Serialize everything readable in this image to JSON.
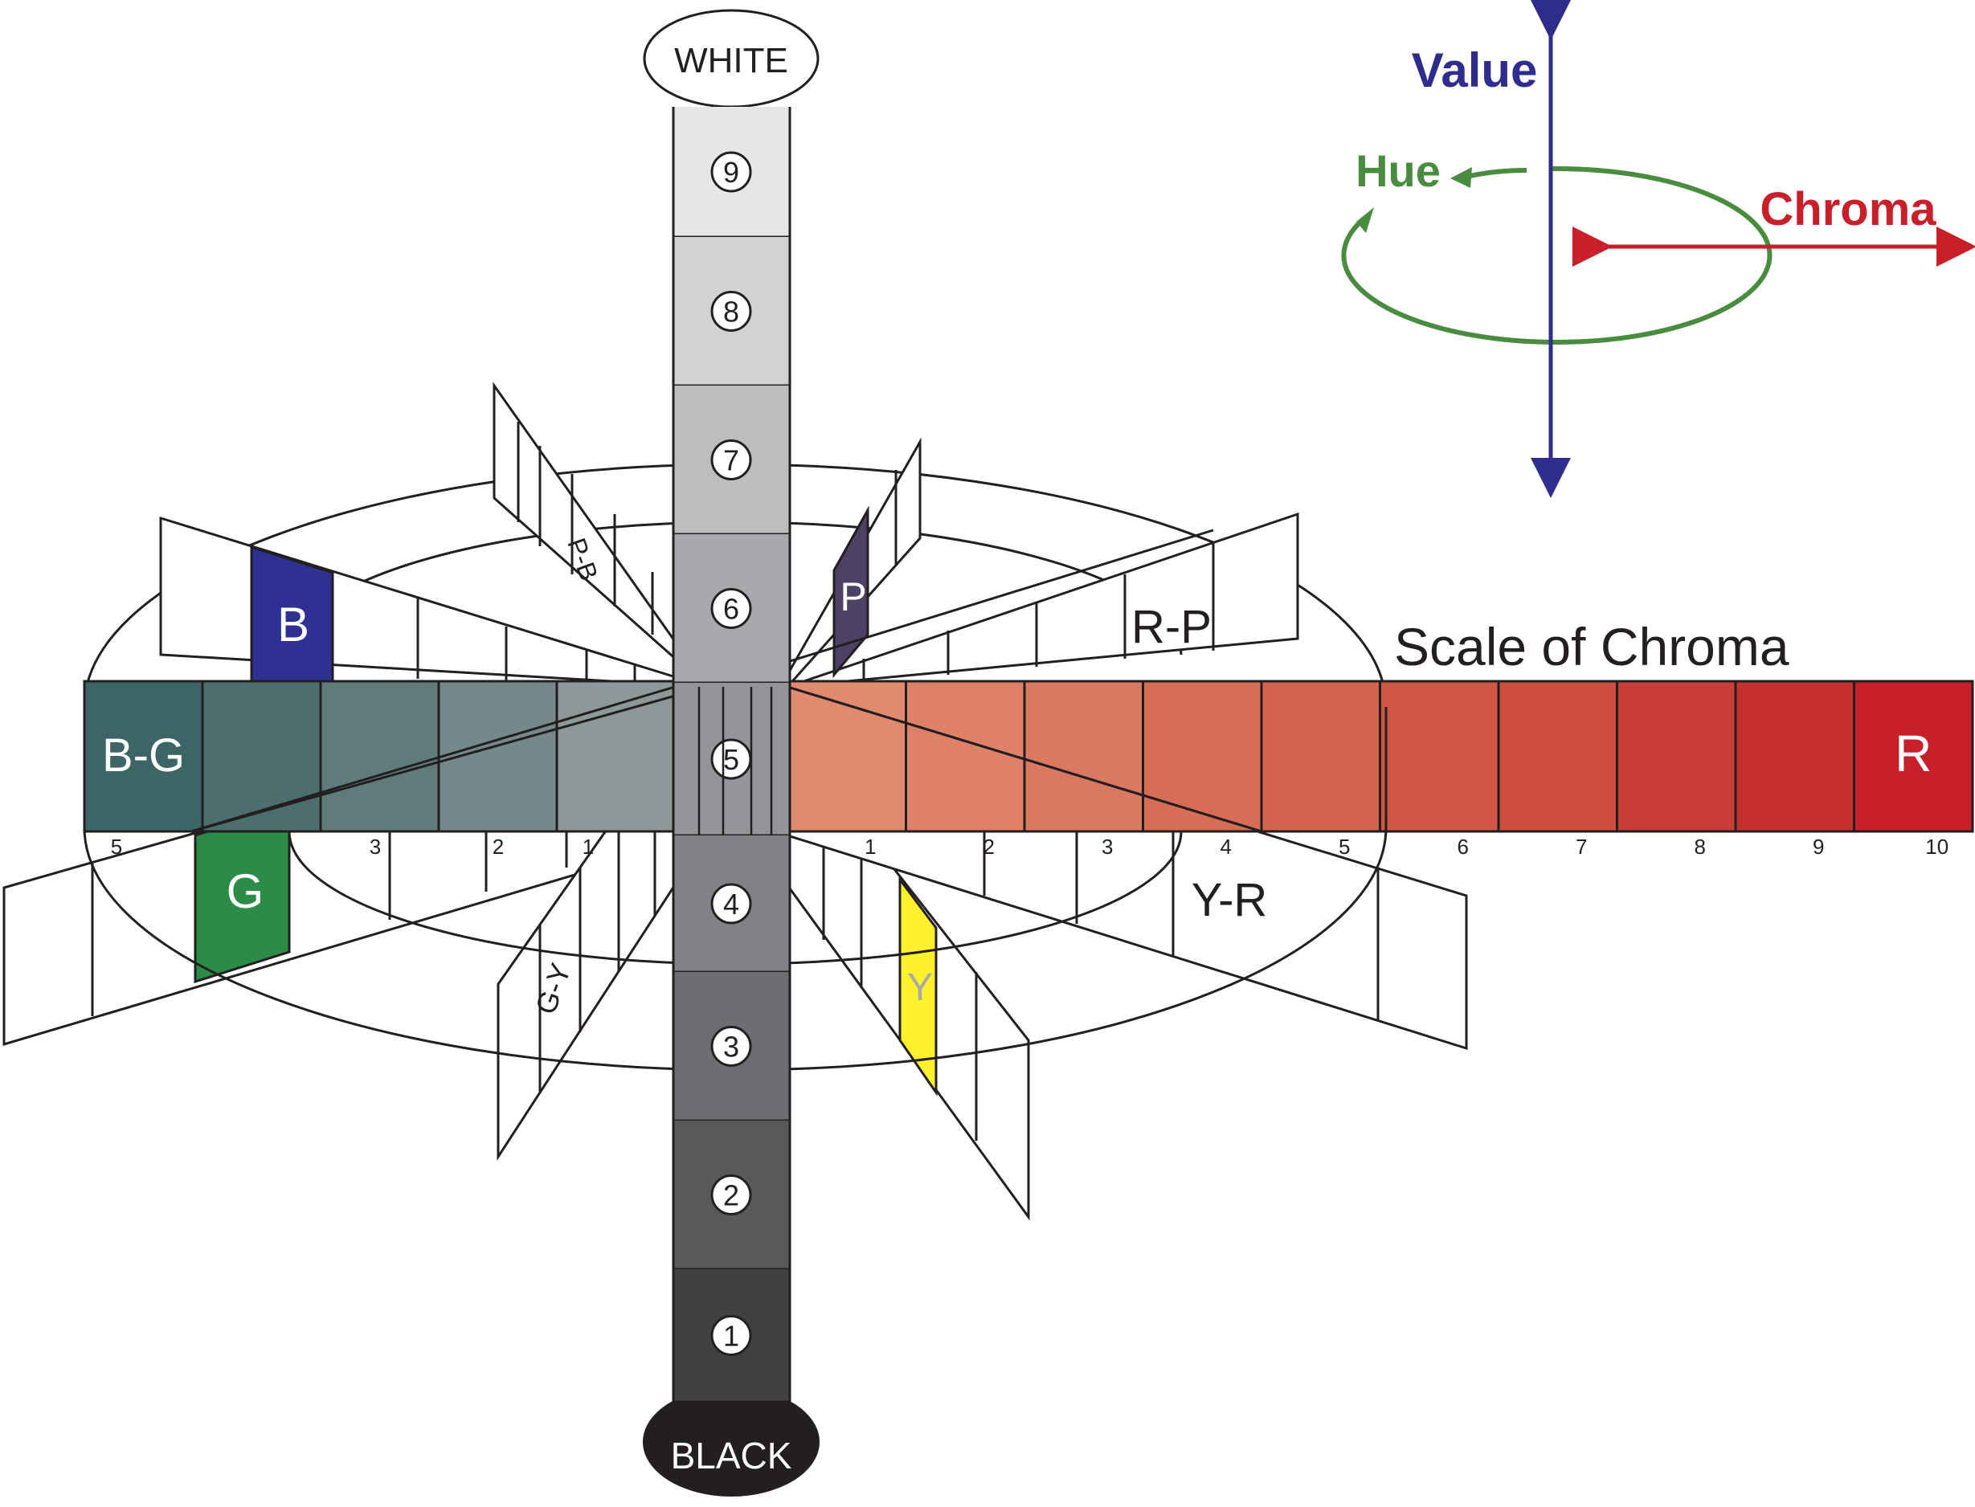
{
  "axis_key": {
    "value_label": "Value",
    "hue_label": "Hue",
    "chroma_label": "Chroma",
    "value_color": "#2e2c8c",
    "hue_color": "#4a8c3f",
    "chroma_color": "#c8202a"
  },
  "value_scale": {
    "top_label": "WHITE",
    "bottom_label": "BLACK",
    "steps": [
      "9",
      "8",
      "7",
      "6",
      "5",
      "4",
      "3",
      "2",
      "1"
    ],
    "step_colors": [
      "#e6e6e7",
      "#d1d2d4",
      "#bcbdbf",
      "#a7a9ac",
      "#939598",
      "#808285",
      "#6d6e71",
      "#58595b",
      "#414042"
    ]
  },
  "chroma_scale": {
    "title": "Scale of Chroma",
    "right_hue_label": "R",
    "left_hue_label": "B-G",
    "right_ticks": [
      "1",
      "2",
      "3",
      "4",
      "5",
      "6",
      "7",
      "8",
      "9",
      "10"
    ],
    "left_ticks": [
      "5",
      "3",
      "2",
      "1"
    ],
    "right_colors": [
      "#e08a70",
      "#df8068",
      "#db7861",
      "#d86d57",
      "#d4644f",
      "#d05745",
      "#cd4d3e",
      "#c93e36",
      "#c6312f",
      "#c8202a"
    ],
    "left_colors": [
      "#3e6565",
      "#4c6e6e",
      "#5f7c7b",
      "#748989",
      "#8c9998"
    ]
  },
  "hue_labels": {
    "blue": "B",
    "purple_blue": "P-B",
    "purple": "P",
    "red_purple": "R-P",
    "green": "G",
    "green_yellow": "G-Y",
    "yellow": "Y",
    "yellow_red": "Y-R"
  },
  "hue_colors": {
    "blue": "#2e3192",
    "purple": "#4e4166",
    "green": "#2b8c47",
    "yellow": "#fff22d"
  }
}
